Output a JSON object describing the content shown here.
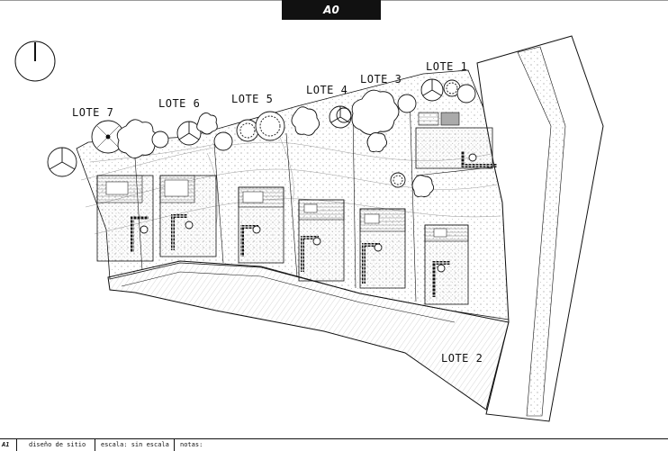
{
  "sheet": {
    "tab_label": "A0"
  },
  "lots": [
    {
      "id": "lot-1",
      "label": "LOTE 1"
    },
    {
      "id": "lot-2",
      "label": "LOTE 2"
    },
    {
      "id": "lot-3",
      "label": "LOTE 3"
    },
    {
      "id": "lot-4",
      "label": "LOTE 4"
    },
    {
      "id": "lot-5",
      "label": "LOTE 5"
    },
    {
      "id": "lot-6",
      "label": "LOTE 6"
    },
    {
      "id": "lot-7",
      "label": "LOTE 7"
    }
  ],
  "icons": {
    "north_arrow": "north-arrow-icon",
    "tree": "tree-icon"
  },
  "footer": {
    "sheet_number": "A1",
    "title": "diseño de sitio",
    "scale": "escala: sin escala",
    "notes": "notas:"
  },
  "colors": {
    "ink": "#111111",
    "background": "#ffffff",
    "tab": "#111111"
  }
}
